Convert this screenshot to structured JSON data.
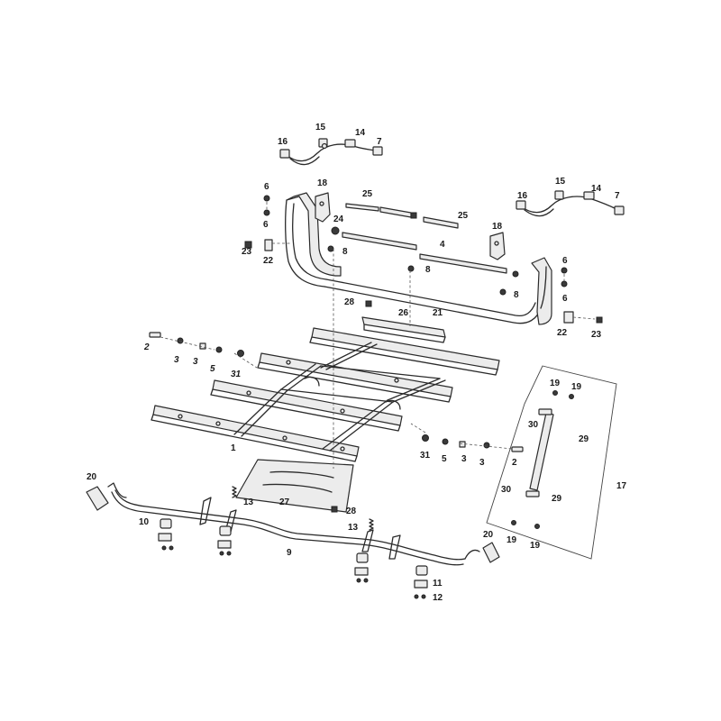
{
  "callouts": [
    {
      "id": "c15a",
      "text": "15"
    },
    {
      "id": "c14a",
      "text": "14"
    },
    {
      "id": "c16a",
      "text": "16"
    },
    {
      "id": "c7a",
      "text": "7"
    },
    {
      "id": "c6a",
      "text": "6"
    },
    {
      "id": "c18a",
      "text": "18"
    },
    {
      "id": "c25a",
      "text": "25"
    },
    {
      "id": "c24",
      "text": "24"
    },
    {
      "id": "c6b",
      "text": "6"
    },
    {
      "id": "c25b",
      "text": "25"
    },
    {
      "id": "c15b",
      "text": "15"
    },
    {
      "id": "c14b",
      "text": "14"
    },
    {
      "id": "c16b",
      "text": "16"
    },
    {
      "id": "c7b",
      "text": "7"
    },
    {
      "id": "c18b",
      "text": "18"
    },
    {
      "id": "c23a",
      "text": "23"
    },
    {
      "id": "c22a",
      "text": "22"
    },
    {
      "id": "c8a",
      "text": "8"
    },
    {
      "id": "c4",
      "text": "4"
    },
    {
      "id": "c6c",
      "text": "6"
    },
    {
      "id": "c8b",
      "text": "8"
    },
    {
      "id": "c6d",
      "text": "6"
    },
    {
      "id": "c8c",
      "text": "8"
    },
    {
      "id": "c28a",
      "text": "28"
    },
    {
      "id": "c26",
      "text": "26"
    },
    {
      "id": "c21",
      "text": "21"
    },
    {
      "id": "c22b",
      "text": "22"
    },
    {
      "id": "c23b",
      "text": "23"
    },
    {
      "id": "c2a",
      "text": "2"
    },
    {
      "id": "c3a",
      "text": "3"
    },
    {
      "id": "c3b",
      "text": "3"
    },
    {
      "id": "c5a",
      "text": "5"
    },
    {
      "id": "c31a",
      "text": "31"
    },
    {
      "id": "c19a",
      "text": "19"
    },
    {
      "id": "c19b",
      "text": "19"
    },
    {
      "id": "c30a",
      "text": "30"
    },
    {
      "id": "c29a",
      "text": "29"
    },
    {
      "id": "c1",
      "text": "1"
    },
    {
      "id": "c31b",
      "text": "31"
    },
    {
      "id": "c5b",
      "text": "5"
    },
    {
      "id": "c3c",
      "text": "3"
    },
    {
      "id": "c3d",
      "text": "3"
    },
    {
      "id": "c2b",
      "text": "2"
    },
    {
      "id": "c17",
      "text": "17"
    },
    {
      "id": "c20a",
      "text": "20"
    },
    {
      "id": "c13a",
      "text": "13"
    },
    {
      "id": "c27",
      "text": "27"
    },
    {
      "id": "c28b",
      "text": "28"
    },
    {
      "id": "c30b",
      "text": "30"
    },
    {
      "id": "c29b",
      "text": "29"
    },
    {
      "id": "c10",
      "text": "10"
    },
    {
      "id": "c13b",
      "text": "13"
    },
    {
      "id": "c9",
      "text": "9"
    },
    {
      "id": "c20b",
      "text": "20"
    },
    {
      "id": "c19c",
      "text": "19"
    },
    {
      "id": "c19d",
      "text": "19"
    },
    {
      "id": "c11",
      "text": "11"
    },
    {
      "id": "c12",
      "text": "12"
    }
  ]
}
